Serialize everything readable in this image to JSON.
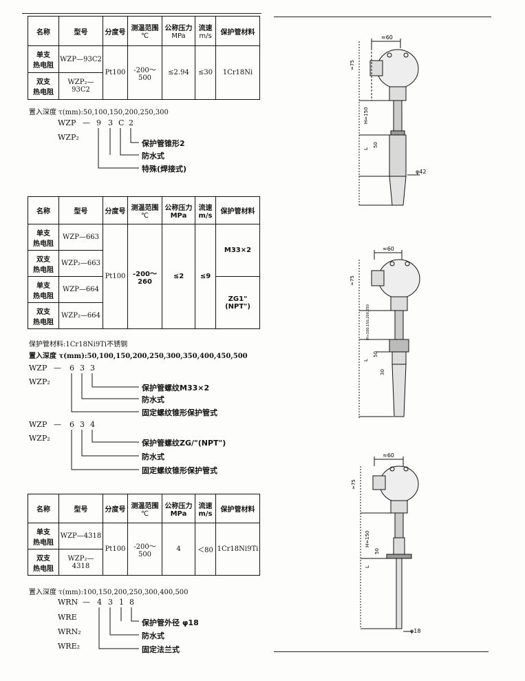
{
  "table_headers": [
    {
      "main": "名称",
      "unit": ""
    },
    {
      "main": "型号",
      "unit": ""
    },
    {
      "main": "分度号",
      "unit": ""
    },
    {
      "main": "测温范围",
      "unit": "℃"
    },
    {
      "main": "公称压力",
      "unit": "MPa"
    },
    {
      "main": "流速",
      "unit": "m/s"
    },
    {
      "main": "保护管材料",
      "unit": ""
    }
  ],
  "section1": {
    "rows": [
      {
        "name_l1": "单支",
        "name_l2": "热电阻",
        "model": "WZP—93C2"
      },
      {
        "name_l1": "双支",
        "name_l2": "热电阻",
        "model": "WZP₂—93C2"
      }
    ],
    "index_no": "Pt100",
    "temp_range": "-200～500",
    "pressure": "≤2.94",
    "velocity": "≤30",
    "material": "1Cr18Ni",
    "depth_line": "置入深度 τ(mm):50,100,150,200,250,300",
    "code_left": [
      "WZP",
      "WZP₂"
    ],
    "code_dash": "—",
    "code_digits": [
      "9",
      "3",
      "C",
      "2"
    ],
    "code_labels": [
      "保护管锥形2",
      "防水式",
      "特殊(焊接式)"
    ]
  },
  "section2": {
    "rows": [
      {
        "name_l1": "单支",
        "name_l2": "热电阻",
        "model": "WZP—663"
      },
      {
        "name_l1": "双支",
        "name_l2": "热电阻",
        "model": "WZP₂—663"
      },
      {
        "name_l1": "单支",
        "name_l2": "热电阻",
        "model": "WZP—664"
      },
      {
        "name_l1": "双支",
        "name_l2": "热电阻",
        "model": "WZP₂—664"
      }
    ],
    "index_no": "Pt100",
    "temp_range": "-200～260",
    "pressure": "≤2",
    "velocity": "≤9",
    "material_a": "M33×2",
    "material_b": "ZG1\"(NPT\")",
    "material_note": "保护管材料:1Cr18Ni9Ti不锈钢",
    "depth_line": "置入深度 τ(mm):50,100,150,200,250,300,350,400,450,500",
    "code1_left": [
      "WZP",
      "WZP₂"
    ],
    "code1_digits": [
      "6",
      "3",
      "3"
    ],
    "code1_labels": [
      "保护管螺纹M33×2",
      "防水式",
      "固定螺纹锥形保护管式"
    ],
    "code2_left": [
      "WZP",
      "WZP₂"
    ],
    "code2_digits": [
      "6",
      "3",
      "4"
    ],
    "code2_labels": [
      "保护管螺纹ZG/\"(NPT\")",
      "防水式",
      "固定螺纹锥形保护管式"
    ]
  },
  "section3": {
    "rows": [
      {
        "name_l1": "单支",
        "name_l2": "热电阻",
        "model": "WZP—4318"
      },
      {
        "name_l1": "双支",
        "name_l2": "热电阻",
        "model": "WZP₂—4318"
      }
    ],
    "index_no": "Pt100",
    "temp_range": "-200～500",
    "pressure": "4",
    "velocity": "＜80",
    "material": "1Cr18Ni9Ti",
    "depth_line": "置入深度 τ(mm):100,150,200,250,300,400,500",
    "code_left": [
      "WRN",
      "WRE",
      "WRN₂",
      "WRE₂"
    ],
    "code_digits": [
      "4",
      "3",
      "1",
      "8"
    ],
    "code_labels": [
      "保护管外径  φ18",
      "防水式",
      "固定法兰式"
    ]
  },
  "drawing1": {
    "top": "≈60",
    "head": "≈75",
    "h": "H≈150",
    "l": "L",
    "d50": "50",
    "dia": "φ42"
  },
  "drawing2": {
    "top": "≈60",
    "head": "≈75",
    "h": "H≈100,150,200,250",
    "l": "L",
    "d50": "50",
    "d30": "30"
  },
  "drawing3": {
    "top": "≈60",
    "head": "≈75",
    "h": "H≈150",
    "l": "L",
    "d50": "50",
    "dia": "φ18"
  }
}
